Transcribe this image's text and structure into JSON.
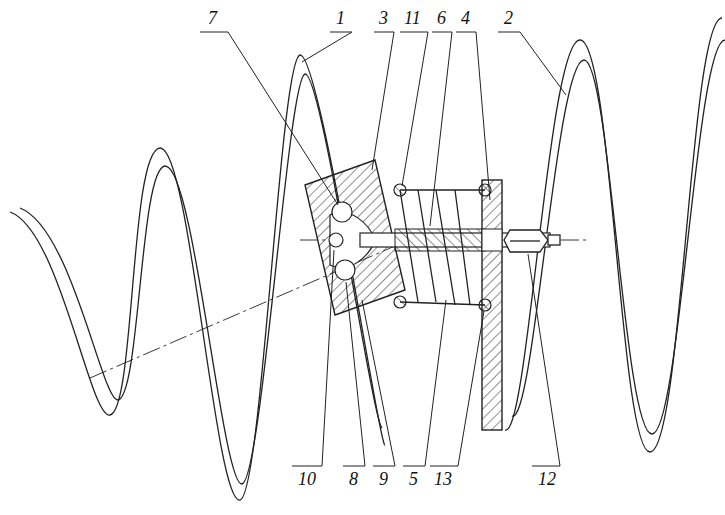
{
  "diagram": {
    "labels": [
      "7",
      "1",
      "3",
      "11",
      "6",
      "4",
      "2",
      "10",
      "8",
      "9",
      "5",
      "13",
      "12"
    ]
  }
}
